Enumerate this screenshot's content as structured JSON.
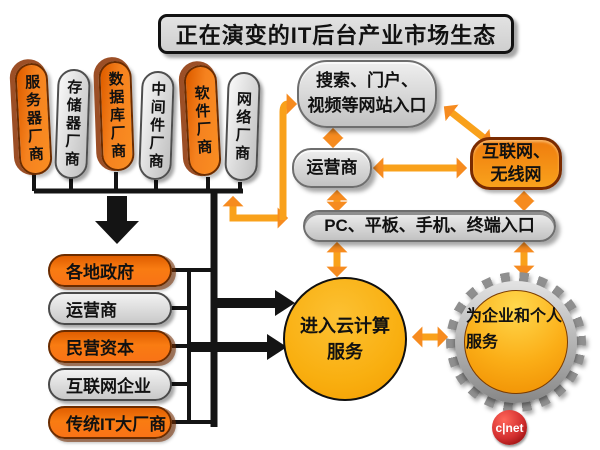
{
  "title": "正在演变的IT后台产业市场生态",
  "vendors": [
    {
      "label": "服务器厂商"
    },
    {
      "label": "存储器厂商"
    },
    {
      "label": "数据库厂商"
    },
    {
      "label": "中间件厂商"
    },
    {
      "label": "软件厂商"
    },
    {
      "label": "网络厂商"
    }
  ],
  "stakeholders": [
    {
      "label": "各地政府"
    },
    {
      "label": "运营商"
    },
    {
      "label": "民营资本"
    },
    {
      "label": "互联网企业"
    },
    {
      "label": "传统IT大厂商"
    }
  ],
  "portal_entry": {
    "line1": "搜索、门户、",
    "line2": "视频等网站入口"
  },
  "operator": {
    "label": "运营商"
  },
  "network": {
    "line1": "互联网、",
    "line2": "无线网"
  },
  "terminal_entry": {
    "label": "PC、平板、手机、终端入口"
  },
  "cloud_service": {
    "line1": "进入云计算",
    "line2": "服务"
  },
  "gear_service": {
    "line1": "为企业和个人",
    "line2": "服务"
  },
  "logo": {
    "label": "c|net"
  },
  "colors": {
    "capsule_orange": "#F5821F",
    "capsule_gray": "#D8D8D8",
    "arrow_orange": "#F9A11B",
    "arrow_head_orange": "#F68B1F",
    "connector_black": "#141414",
    "cloud_fill": "#F9B215",
    "network_border": "#7A2B00",
    "logo_red": "#D32F2F"
  }
}
